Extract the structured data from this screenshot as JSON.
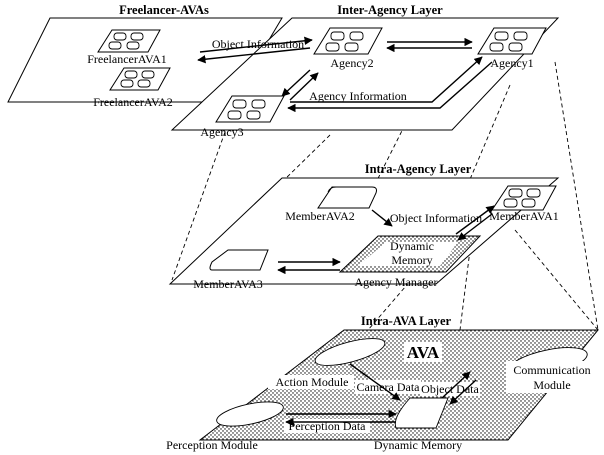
{
  "layers": {
    "freelancer_title": "Freelancer-AVAs",
    "inter_title": "Inter-Agency Layer",
    "intra_agency_title": "Intra-Agency Layer",
    "intra_ava_title": "Intra-AVA Layer"
  },
  "inter": {
    "freelancer1": "FreelancerAVA1",
    "freelancer2": "FreelancerAVA2",
    "agency1": "Agency1",
    "agency2": "Agency2",
    "agency3": "Agency3",
    "object_info": "Object Information",
    "agency_info": "Agency Information"
  },
  "intra_agency": {
    "member1": "MemberAVA1",
    "member2": "MemberAVA2",
    "member3": "MemberAVA3",
    "object_info": "Object Information",
    "dynamic_memory_line1": "Dynamic",
    "dynamic_memory_line2": "Memory",
    "agency_manager": "Agency Manager"
  },
  "intra_ava": {
    "ava": "AVA",
    "action_module": "Action Module",
    "camera_data": "Camera Data",
    "object_data": "Object Data",
    "communication_line1": "Communication",
    "communication_line2": "Module",
    "perception_data": "Perception Data",
    "perception_module": "Perception Module",
    "dynamic_memory": "Dynamic Memory"
  }
}
